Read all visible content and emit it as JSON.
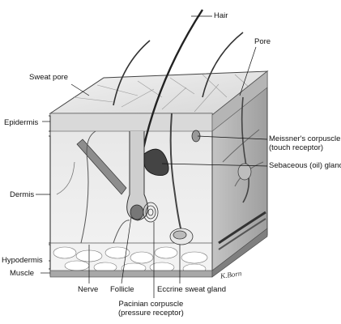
{
  "labels": {
    "hair": "Hair",
    "pore": "Pore",
    "sweat_pore": "Sweat pore",
    "epidermis": "Epidermis",
    "meissner_1": "Meissner's corpuscle",
    "meissner_2": "(touch receptor)",
    "sebaceous": "Sebaceous (oil) gland",
    "dermis": "Dermis",
    "hypodermis": "Hypodermis",
    "muscle": "Muscle",
    "nerve": "Nerve",
    "follicle": "Follicle",
    "eccrine": "Eccrine sweat gland",
    "pacinian_1": "Pacinian corpuscle",
    "pacinian_2": "(pressure receptor)"
  },
  "signature": "K.Born",
  "colors": {
    "ink": "#1a1a1a",
    "line": "#333333",
    "shade": "#bdbdbd",
    "light": "#eeeeee"
  }
}
